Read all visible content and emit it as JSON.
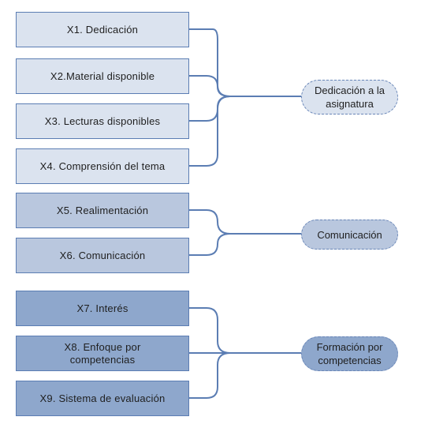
{
  "groups": [
    {
      "items": [
        "X1. Dedicación",
        "X2.Material disponible",
        "X3. Lecturas disponibles",
        "X4. Comprensión del tema"
      ],
      "target": "Dedicación a la asignatura"
    },
    {
      "items": [
        "X5. Realimentación",
        "X6. Comunicación"
      ],
      "target": "Comunicación"
    },
    {
      "items": [
        "X7. Interés",
        "X8. Enfoque por competencias",
        "X9. Sistema de evaluación"
      ],
      "target": "Formación por competencias"
    }
  ],
  "colors": {
    "group1_fill": "#dbe3ef",
    "group2_fill": "#b9c7de",
    "group3_fill": "#8ea7cc",
    "connector": "#5b7db3"
  }
}
